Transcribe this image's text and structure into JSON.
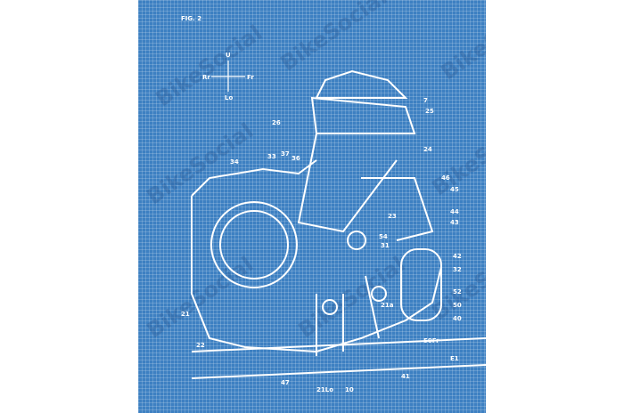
{
  "figure": {
    "title": "FIG. 2",
    "background": "#3d80c2",
    "line_color": "#ffffff"
  },
  "axes": {
    "up": "U",
    "rear": "Rr",
    "front": "Fr",
    "down": "Lo"
  },
  "watermark": "BikeSocial",
  "part_labels": [
    "7",
    "25",
    "26",
    "36",
    "37",
    "33",
    "34",
    "24",
    "23",
    "45",
    "46",
    "44",
    "43",
    "42",
    "32",
    "52",
    "50",
    "40",
    "21",
    "22",
    "47",
    "21Lo",
    "10",
    "41",
    "E1",
    "50Fr",
    "31",
    "54",
    "21a"
  ]
}
